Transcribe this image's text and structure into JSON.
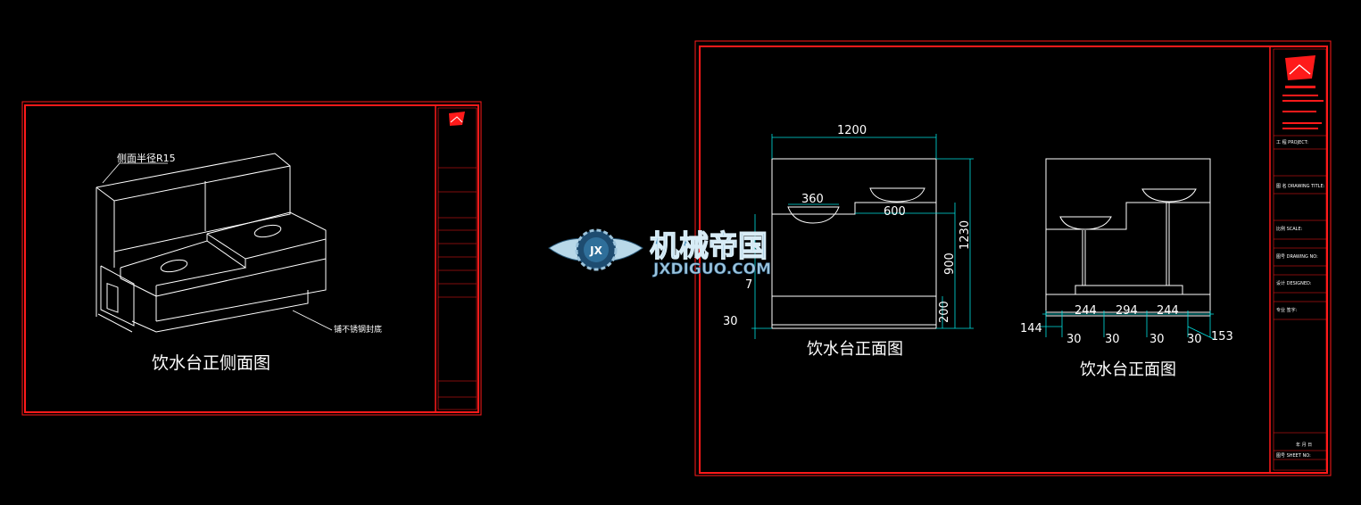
{
  "colors": {
    "background": "#000000",
    "frame": "#ff1a1a",
    "lines": "#ffffff",
    "dimension": "#00e0e0",
    "leader": "#00c000",
    "watermark_text": "#5aa0c8"
  },
  "sheet_left": {
    "title": "饮水台正侧面图",
    "annotation_radius": "侧面半径R15",
    "annotation_base": "铺不锈钢封底"
  },
  "sheet_right": {
    "front_title": "饮水台正面图",
    "side_title": "饮水台正面图",
    "front_dims": {
      "overall_width": "1200",
      "basin_width": "360",
      "upper_step": "600",
      "overall_height": "1230",
      "counter_height": "900",
      "base_height": "200",
      "base_offset": "30",
      "small_mark": "7"
    },
    "side_dims": {
      "left_edge": "144",
      "span_a": "244",
      "span_b": "294",
      "span_c": "244",
      "gap_1": "30",
      "gap_2": "30",
      "gap_3": "30",
      "gap_4": "30",
      "right_edge": "153"
    },
    "title_block": {
      "project": "工 程 PROJECT:",
      "drawing": "图 名 DRAWING TITLE:",
      "scale": "比例 SCALE:",
      "drawing_no": "图号 DRAWING NO:",
      "designer": "设计 DESIGNED:",
      "date_label": "年 月 日",
      "sheet": "专业 签字:",
      "sheet_no": "图号 SHEET NO:"
    }
  },
  "watermark": {
    "brand_cn": "机械帝国",
    "brand_url": "JXDIGUO.COM",
    "emblem": "JX"
  }
}
